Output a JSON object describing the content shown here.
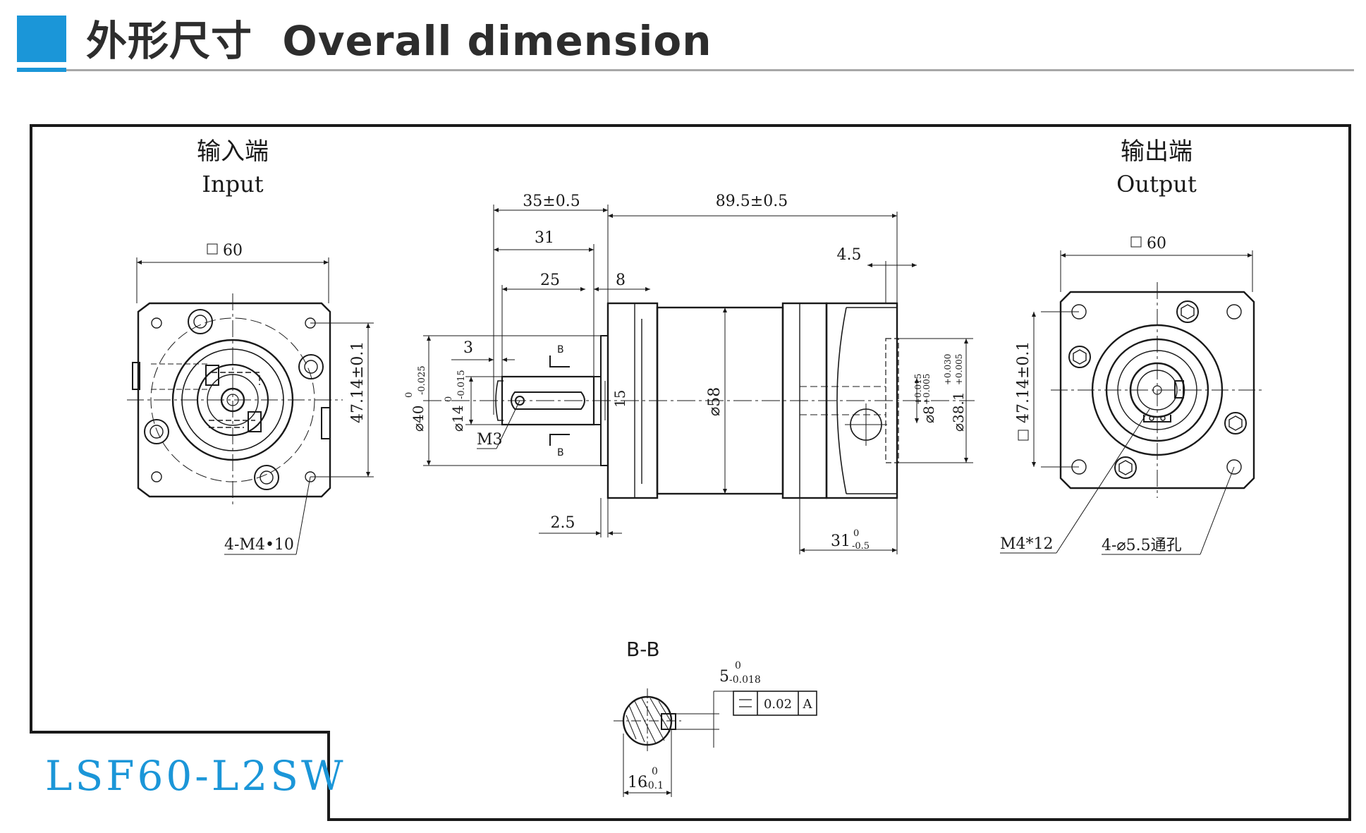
{
  "header": {
    "title": "外形尺寸  Overall dimension"
  },
  "model": "LSF60-L2SW",
  "input_view": {
    "title_cn": "输入端",
    "title_en": "Input",
    "square": "60",
    "pcd": "47.14±0.1",
    "holes": "4-M4•10"
  },
  "output_view": {
    "title_cn": "输出端",
    "title_en": "Output",
    "square": "60",
    "pcd": "47.14±0.1",
    "screw": "M4*12",
    "holes": "4-⌀5.5通孔"
  },
  "side_view": {
    "shaft_total": "35±0.5",
    "body_length": "89.5±0.5",
    "d31": "31",
    "d25": "25",
    "d8": "8",
    "d4_5": "4.5",
    "d3": "3",
    "d15": "15",
    "d2_5": "2.5",
    "d31b": "31",
    "d31b_tol": "-0.5",
    "d31b_tol0": "0",
    "d58": "⌀58",
    "pilot": "⌀40",
    "pilot_tol": "-0.025",
    "pilot_tol0": "0",
    "shaft": "⌀14",
    "shaft_tol": "-0.015",
    "shaft_tol0": "0",
    "thread": "M3",
    "bore8": "⌀8",
    "bore8_tol_up": "+0.015",
    "bore8_tol_low": "+0.005",
    "bore38": "⌀38.1",
    "bore38_tol_up": "+0.030",
    "bore38_tol_low": "+0.005",
    "section_mark": "B"
  },
  "section_view": {
    "title": "B-B",
    "key_width": "5",
    "key_tol": "-0.018",
    "key_tol0": "0",
    "flatness": "0.02",
    "datum": "A",
    "height": "16",
    "height_tol": "-0.1",
    "height_tol0": "0"
  }
}
